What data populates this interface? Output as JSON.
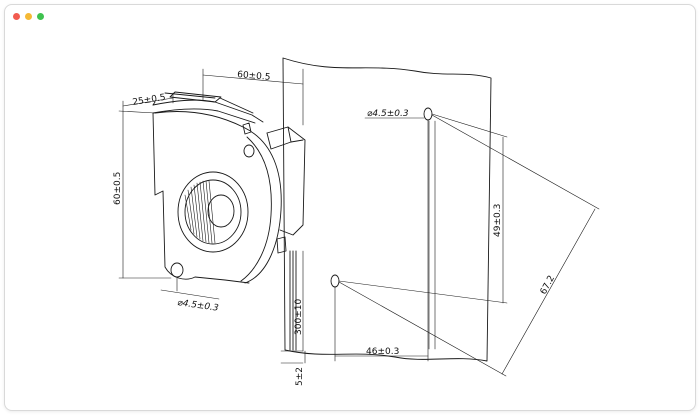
{
  "window": {
    "controls": [
      {
        "name": "close",
        "color": "#f25b50"
      },
      {
        "name": "minimize",
        "color": "#f5b935"
      },
      {
        "name": "zoom",
        "color": "#3fc24f"
      }
    ]
  },
  "drawing": {
    "stroke_color": "#1a1a1a",
    "dimensions": {
      "depth": "25±0.5",
      "width_top": "60±0.5",
      "height_left": "60±0.5",
      "hole_dia_fan": "⌀4.5±0.3",
      "hole_dia_panel": "⌀4.5±0.3",
      "cable_length": "300±10",
      "strip_length": "5±2",
      "vertical_spacing": "49±0.3",
      "horizontal_spacing": "46±0.3",
      "diagonal": "67.2"
    }
  }
}
